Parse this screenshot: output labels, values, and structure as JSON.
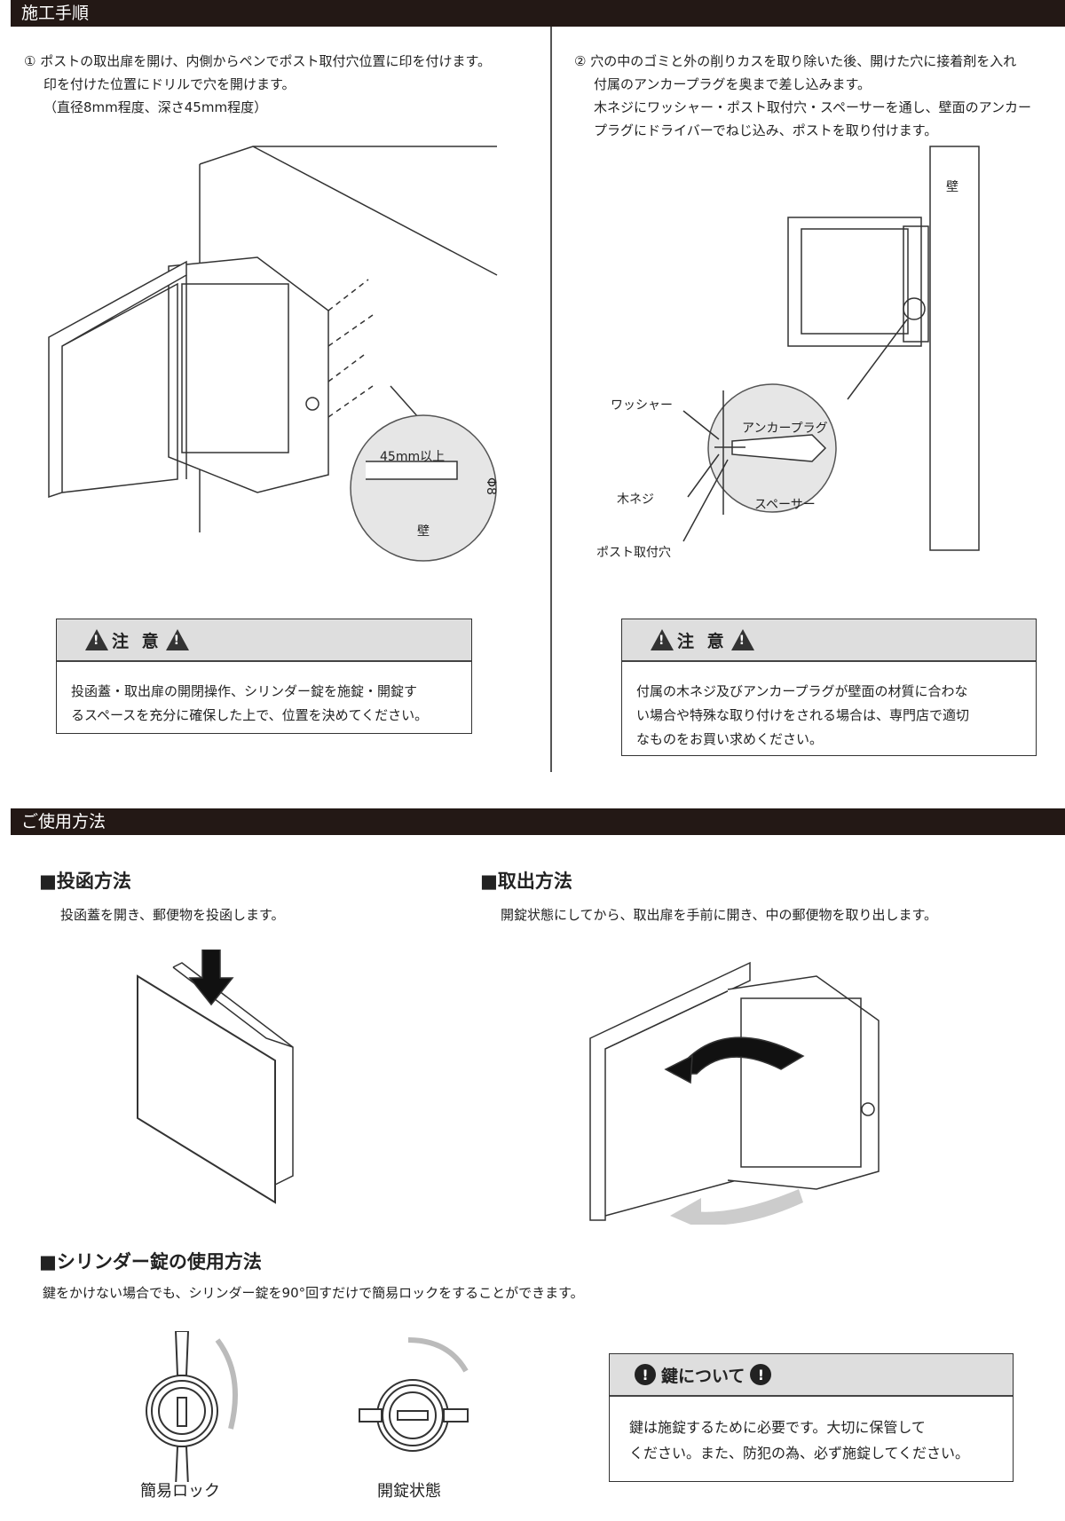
{
  "sections": {
    "construction": {
      "title": "施工手順"
    },
    "usage": {
      "title": "ご使用方法"
    }
  },
  "step1": {
    "lines": [
      "① ポストの取出扉を開け、内側からペンでポスト取付穴位置に印を付けます。",
      "印を付けた位置にドリルで穴を開けます。",
      "（直径8mm程度、深さ45mm程度）"
    ],
    "diagram": {
      "depth_label": "45mm以上",
      "diameter_label": "Φ8",
      "wall_label": "壁"
    }
  },
  "step2": {
    "lines": [
      "② 穴の中のゴミと外の削りカスを取り除いた後、開けた穴に接着剤を入れ",
      "付属のアンカープラグを奥まで差し込みます。",
      "木ネジにワッシャー・ポスト取付穴・スペーサーを通し、壁面のアンカー",
      "プラグにドライバーでねじ込み、ポストを取り付けます。"
    ],
    "diagram": {
      "wall_label": "壁",
      "washer": "ワッシャー",
      "anchor_plug": "アンカープラグ",
      "wood_screw": "木ネジ",
      "spacer": "スペーサー",
      "mount_hole": "ポスト取付穴"
    }
  },
  "caution_left": {
    "title": "注 意",
    "lines": [
      "投函蓋・取出扉の開閉操作、シリンダー錠を施錠・開錠す",
      "るスペースを充分に確保した上で、位置を決めてください。"
    ]
  },
  "caution_right": {
    "title": "注 意",
    "lines": [
      "付属の木ネジ及びアンカープラグが壁面の材質に合わな",
      "い場合や特殊な取り付けをされる場合は、専門店で適切",
      "なものをお買い求めください。"
    ]
  },
  "posting": {
    "title": "■投函方法",
    "desc": "投函蓋を開き、郵便物を投函します。"
  },
  "retrieve": {
    "title": "■取出方法",
    "desc": "開錠状態にしてから、取出扉を手前に開き、中の郵便物を取り出します。"
  },
  "cylinder": {
    "title": "■シリンダー錠の使用方法",
    "desc": "鍵をかけない場合でも、シリンダー錠を90°回すだけで簡易ロックをすることができます。",
    "simple_lock": "簡易ロック",
    "unlocked": "開錠状態"
  },
  "key_box": {
    "title": "鍵について",
    "lines": [
      "鍵は施錠するために必要です。大切に保管して",
      "ください。また、防犯の為、必ず施錠してください。"
    ]
  }
}
